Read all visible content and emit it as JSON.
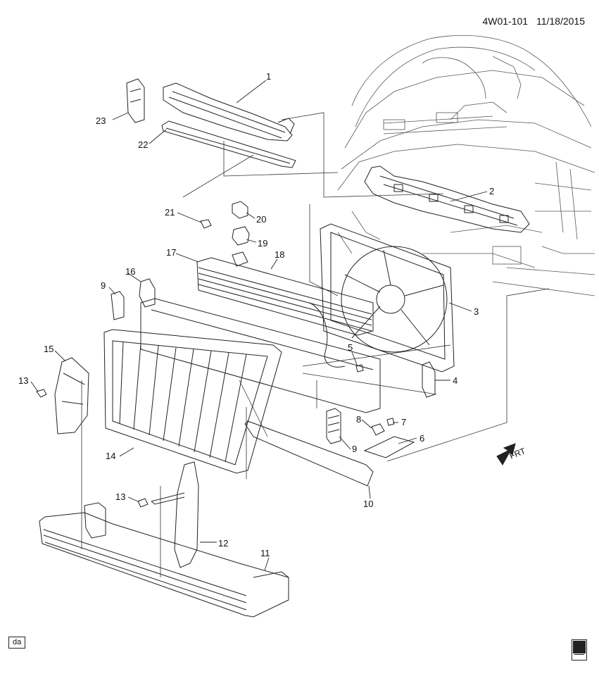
{
  "header": {
    "code": "4W01-101",
    "date": "11/18/2015"
  },
  "badge": "da",
  "frt_label": "FRT",
  "callouts": [
    "1",
    "2",
    "3",
    "4",
    "5",
    "6",
    "7",
    "8",
    "9",
    "9",
    "10",
    "11",
    "12",
    "13",
    "13",
    "14",
    "15",
    "16",
    "17",
    "18",
    "19",
    "20",
    "21",
    "22",
    "23"
  ]
}
